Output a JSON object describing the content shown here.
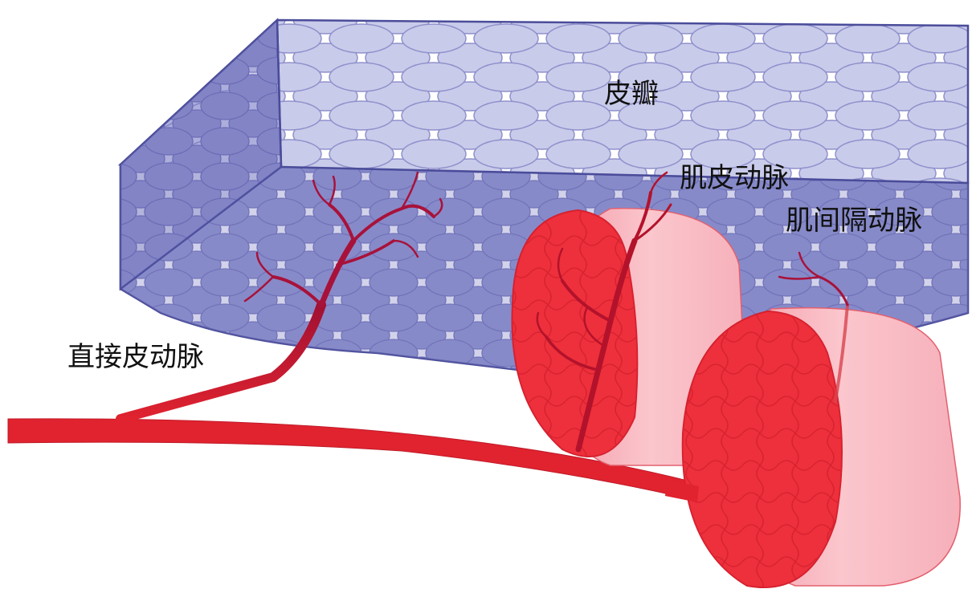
{
  "labels": {
    "flap": "皮瓣",
    "musculocutaneous_artery": "肌皮动脉",
    "septocutaneous_artery": "肌间隔动脉",
    "direct_cutaneous_artery": "直接皮动脉"
  },
  "colors": {
    "flap_face": "#aeb0dc",
    "flap_side": "#7e80c4",
    "flap_edge": "#4a4c9a",
    "vessel": "#e0232f",
    "vessel_dark": "#b4122a",
    "muscle_face": "#ee2a36",
    "muscle_band": "#f6a4ae",
    "label_text": "#111111"
  }
}
